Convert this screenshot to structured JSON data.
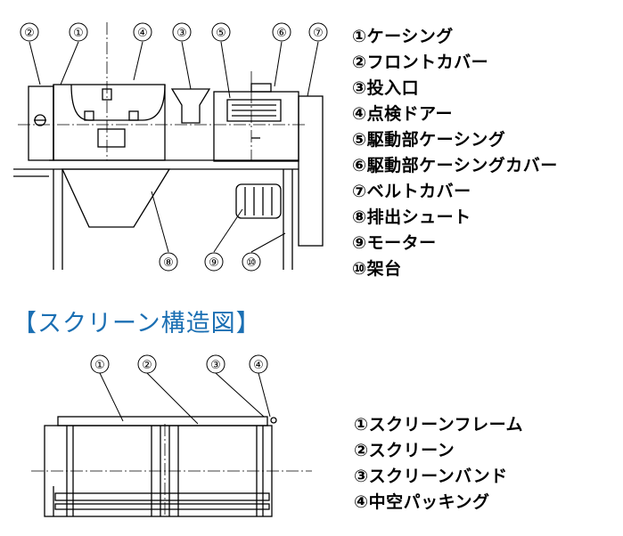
{
  "machine_diagram": {
    "callouts": [
      "②",
      "①",
      "④",
      "③",
      "⑤",
      "⑥",
      "⑦",
      "⑧",
      "⑨",
      "⑩"
    ],
    "legend": [
      "①ケーシング",
      "②フロントカバー",
      "③投入口",
      "④点検ドアー",
      "⑤駆動部ケーシング",
      "⑥駆動部ケーシングカバー",
      "⑦ベルトカバー",
      "⑧排出シュート",
      "⑨モーター",
      "⑩架台"
    ]
  },
  "section_title": "【スクリーン構造図】",
  "screen_diagram": {
    "callouts": [
      "①",
      "②",
      "③",
      "④"
    ],
    "legend": [
      "①スクリーンフレーム",
      "②スクリーン",
      "③スクリーンバンド",
      "④中空パッキング"
    ]
  }
}
